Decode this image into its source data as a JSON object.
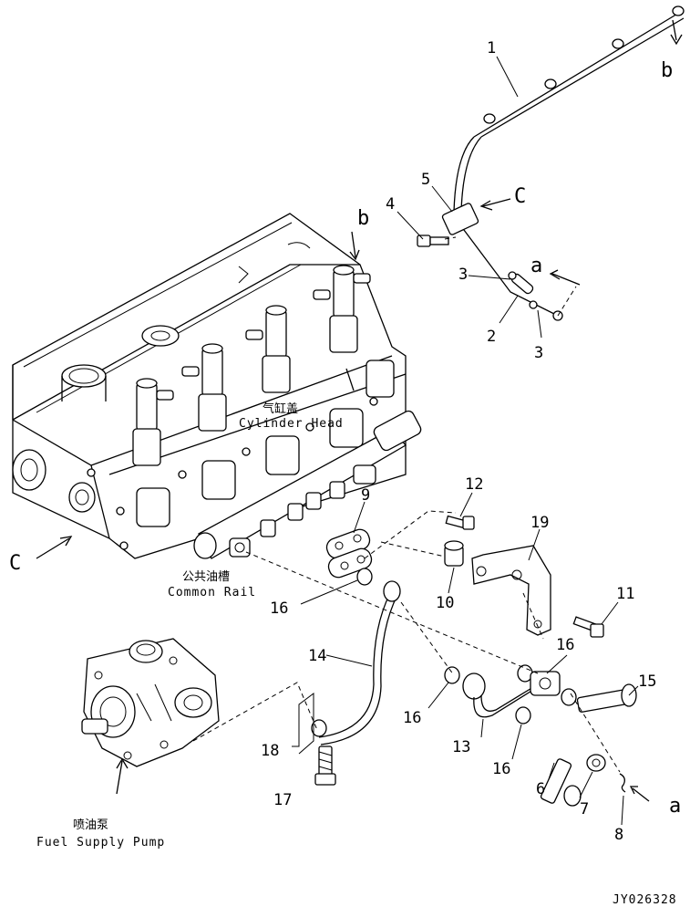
{
  "drawing_id": "JY026328",
  "part_numbers": [
    "1",
    "2",
    "3",
    "3",
    "4",
    "5",
    "6",
    "7",
    "8",
    "9",
    "10",
    "11",
    "12",
    "13",
    "14",
    "15",
    "16",
    "16",
    "16",
    "16",
    "17",
    "18",
    "19"
  ],
  "view_refs": [
    "a",
    "a",
    "b",
    "b",
    "C",
    "C"
  ],
  "captions": {
    "cylinder_head_zh": "气缸盖",
    "cylinder_head_en": "Cylinder Head",
    "common_rail_zh": "公共油槽",
    "common_rail_en": "Common Rail",
    "pump_zh": "喷油泵",
    "pump_en": "Fuel Supply Pump"
  }
}
